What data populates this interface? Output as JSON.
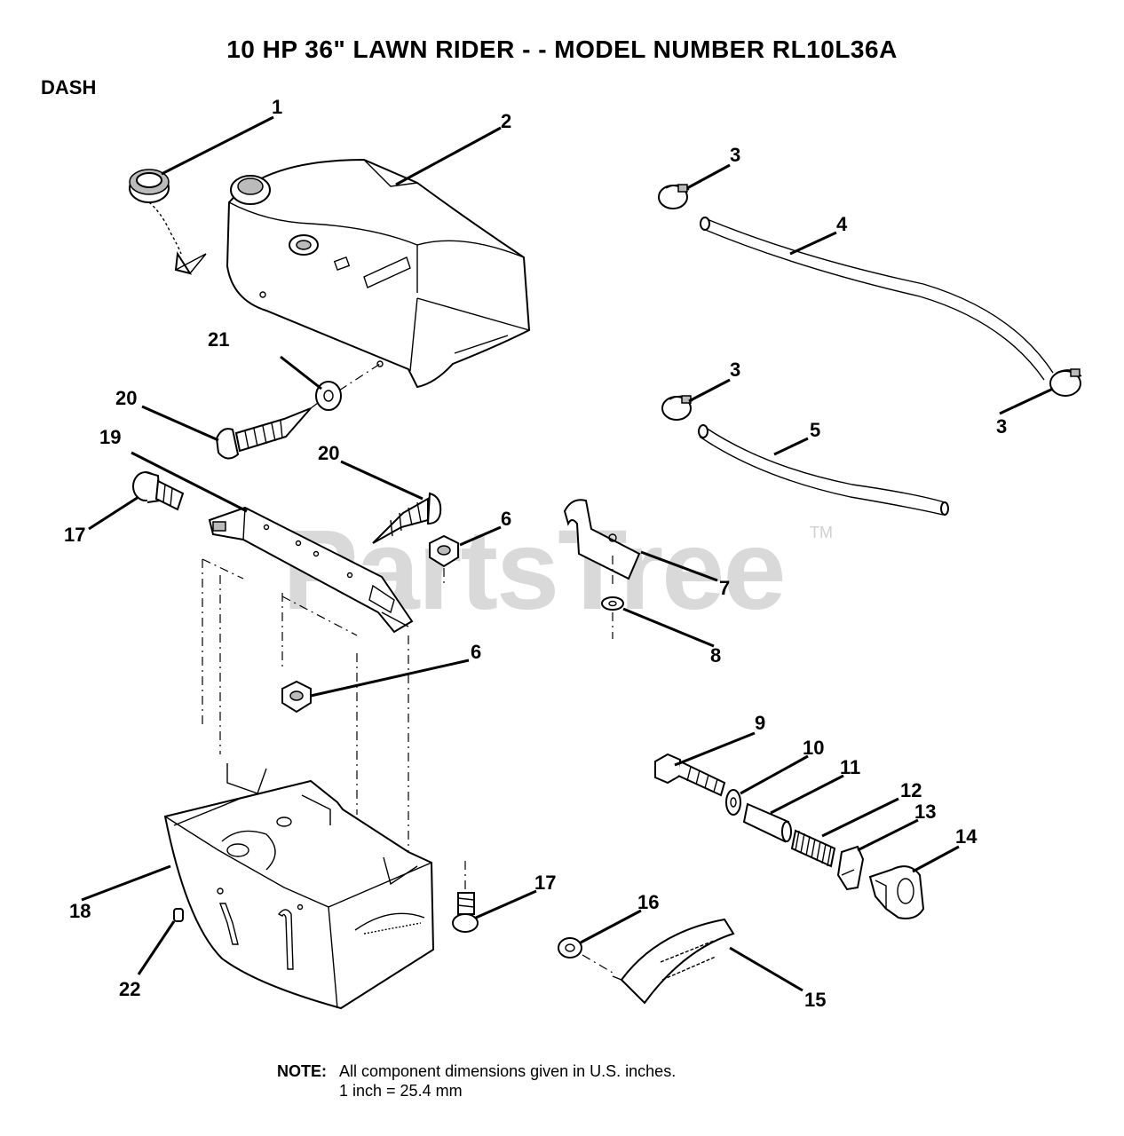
{
  "title": "10 HP 36\" LAWN RIDER - - MODEL NUMBER RL10L36A",
  "section": "DASH",
  "watermark": "PartsTree",
  "watermark_mark": "TM",
  "note": {
    "label": "NOTE:",
    "line1": "All component dimensions given in U.S. inches.",
    "line2": "1 inch = 25.4 mm"
  },
  "callouts": [
    {
      "id": "c1",
      "label": "1"
    },
    {
      "id": "c2",
      "label": "2"
    },
    {
      "id": "c3a",
      "label": "3"
    },
    {
      "id": "c3b",
      "label": "3"
    },
    {
      "id": "c3c",
      "label": "3"
    },
    {
      "id": "c4",
      "label": "4"
    },
    {
      "id": "c5",
      "label": "5"
    },
    {
      "id": "c6a",
      "label": "6"
    },
    {
      "id": "c6b",
      "label": "6"
    },
    {
      "id": "c7",
      "label": "7"
    },
    {
      "id": "c8",
      "label": "8"
    },
    {
      "id": "c9",
      "label": "9"
    },
    {
      "id": "c10",
      "label": "10"
    },
    {
      "id": "c11",
      "label": "11"
    },
    {
      "id": "c12",
      "label": "12"
    },
    {
      "id": "c13",
      "label": "13"
    },
    {
      "id": "c14",
      "label": "14"
    },
    {
      "id": "c15",
      "label": "15"
    },
    {
      "id": "c16",
      "label": "16"
    },
    {
      "id": "c17a",
      "label": "17"
    },
    {
      "id": "c17b",
      "label": "17"
    },
    {
      "id": "c18",
      "label": "18"
    },
    {
      "id": "c19",
      "label": "19"
    },
    {
      "id": "c20a",
      "label": "20"
    },
    {
      "id": "c20b",
      "label": "20"
    },
    {
      "id": "c21",
      "label": "21"
    },
    {
      "id": "c22",
      "label": "22"
    }
  ]
}
